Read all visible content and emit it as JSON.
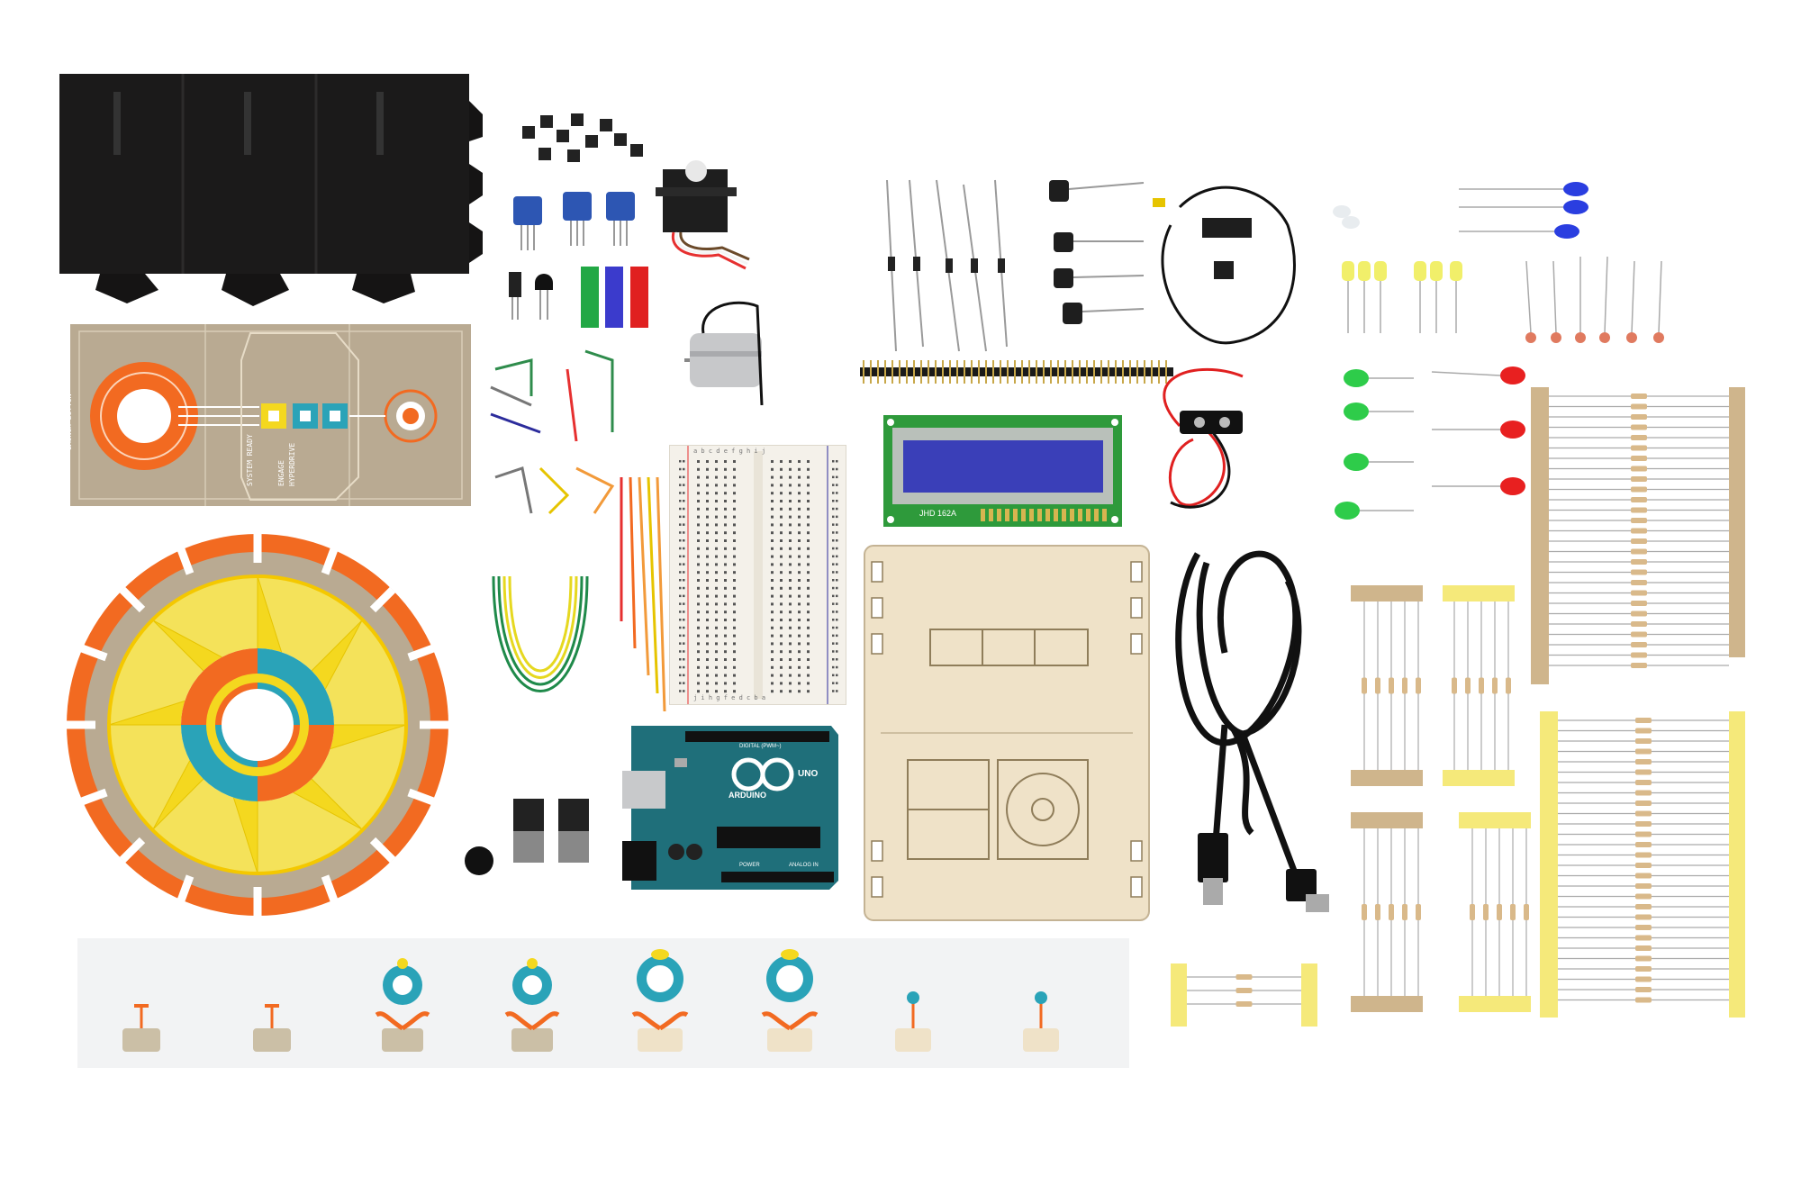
{
  "scene": {
    "description_items": [
      "black-box",
      "control-panel",
      "color-wheel",
      "plant-strip",
      "breadboard",
      "arduino-uno",
      "lcd",
      "wood-base",
      "usb-cable",
      "resistors",
      "leds"
    ]
  },
  "control_panel": {
    "launch_label": "LAUNCH BUTTON",
    "system_ready": "SYSTEM READY",
    "engage_label": "ENGAGE",
    "hyperdrive_label": "HYPERDRIVE"
  },
  "arduino": {
    "brand": "ARDUINO",
    "model": "UNO",
    "digital_label": "DIGITAL (PWM~)",
    "power_label": "POWER",
    "analog_label": "ANALOG IN"
  },
  "lcd": {
    "model": "JHD 162A"
  },
  "breadboard": {
    "letters_top": "a b c d e   f g h i j",
    "letters_bottom": "j i h g f   e d c b a"
  },
  "colors": {
    "orange": "#f26a21",
    "yellow": "#f4d81f",
    "teal": "#2aa3b8",
    "cardboard": "#b9aa92",
    "board_teal": "#1f6f7a",
    "lcd_blue": "#3a3fb8",
    "wood": "#efe2c8"
  }
}
